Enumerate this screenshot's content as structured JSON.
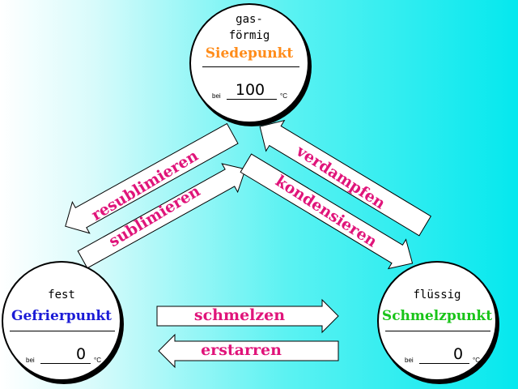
{
  "states": {
    "gas": {
      "name_line1": "gas-",
      "name_line2": "förmig",
      "point": "Siedepunkt",
      "point_color": "#ff8c1a",
      "bei": "bei",
      "temperature": "100",
      "unit": "°C"
    },
    "solid": {
      "name": "fest",
      "point": "Gefrierpunkt",
      "point_color": "#1b1bd6",
      "bei": "bei",
      "temperature": "0",
      "unit": "°C"
    },
    "liquid": {
      "name": "flüssig",
      "point": "Schmelzpunkt",
      "point_color": "#18c418",
      "bei": "bei",
      "temperature": "0",
      "unit": "°C"
    }
  },
  "transitions": {
    "resublimieren": "resublimieren",
    "sublimieren": "sublimieren",
    "verdampfen": "verdampfen",
    "kondensieren": "kondensieren",
    "schmelzen": "schmelzen",
    "erstarren": "erstarren"
  },
  "colors": {
    "label": "#e0147a",
    "background_right": "#05e8ee",
    "background_left": "#ffffff"
  }
}
